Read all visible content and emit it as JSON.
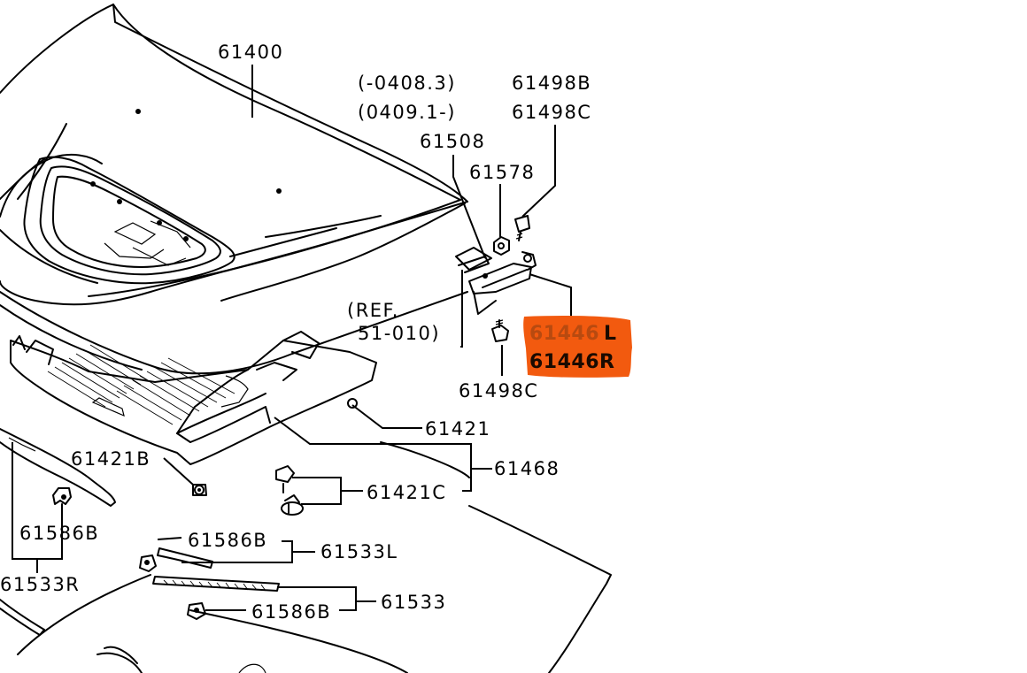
{
  "highlight_color": "#f25a0f",
  "labels": {
    "hood": "61400",
    "date_range_1": "(-0408.3)",
    "part_61498B": "61498B",
    "date_range_2": "(0409.1-)",
    "part_61498C_top": "61498C",
    "part_61508": "61508",
    "part_61578": "61578",
    "ref_line1": "(REF.",
    "ref_line2": "51-010)",
    "hinge_left_num": "61446",
    "hinge_left_suffix": "L",
    "hinge_right": "61446R",
    "part_61498C_bottom": "61498C",
    "part_61421": "61421",
    "part_61421B": "61421B",
    "part_61468": "61468",
    "part_61421C": "61421C",
    "part_61586B_left": "61586B",
    "part_61586B_mid": "61586B",
    "part_61533L": "61533L",
    "part_61533R": "61533R",
    "part_61586B_low": "61586B",
    "part_61533": "61533"
  }
}
